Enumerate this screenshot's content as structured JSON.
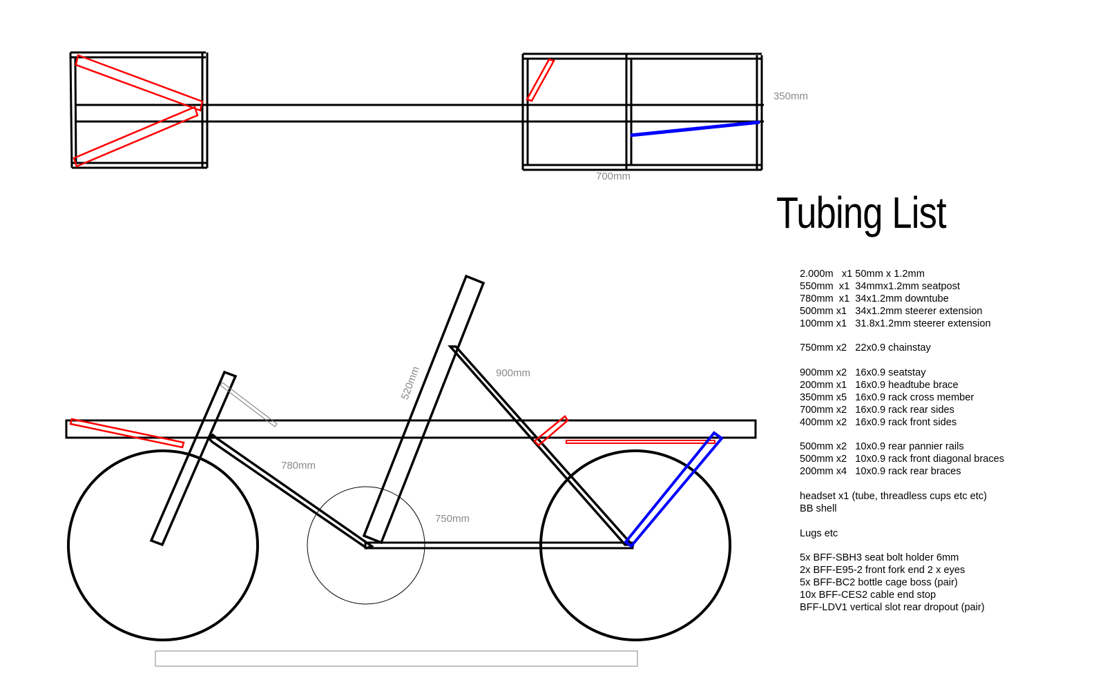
{
  "title": "Tubing List",
  "colors": {
    "frame": "#000000",
    "extra_brace": "#ff0000",
    "highlight_brace": "#0000ff",
    "dimension_text": "#8a8a8a"
  },
  "dimensions": {
    "rack_width": "350mm",
    "rack_length": "700mm",
    "seatpost": "520mm",
    "seatstay": "900mm",
    "downtube": "780mm",
    "chainstay": "750mm"
  },
  "tubing_list": [
    "2.000m   x1 50mm x 1.2mm",
    "550mm  x1  34mmx1.2mm seatpost",
    "780mm  x1  34x1.2mm downtube",
    "500mm x1   34x1.2mm steerer extension",
    "100mm x1   31.8x1.2mm steerer extension",
    "",
    "750mm x2   22x0.9 chainstay",
    "",
    "900mm x2   16x0.9 seatstay",
    "200mm x1   16x0.9 headtube brace",
    "350mm x5   16x0.9 rack cross member",
    "700mm x2   16x0.9 rack rear sides",
    "400mm x2   16x0.9 rack front sides",
    "",
    "500mm x2   10x0.9 rear pannier rails",
    "500mm x2   10x0.9 rack front diagonal braces",
    "200mm x4   10x0.9 rack rear braces",
    "",
    "headset x1 (tube, threadless cups etc etc)",
    "BB shell",
    "",
    "Lugs etc",
    "",
    "5x BFF-SBH3 seat bolt holder 6mm",
    "2x BFF-E95-2 front fork end 2 x eyes",
    "5x BFF-BC2 bottle cage boss (pair)",
    "10x BFF-CES2 cable end stop",
    "BFF-LDV1 vertical slot rear dropout (pair)"
  ]
}
